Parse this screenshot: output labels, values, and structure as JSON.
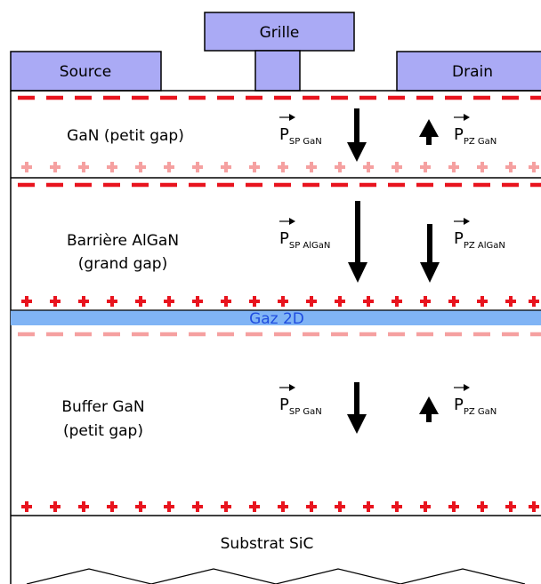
{
  "contacts": {
    "gate": "Grille",
    "source": "Source",
    "drain": "Drain"
  },
  "layers": {
    "gan_cap": "GaN (petit gap)",
    "barrier_line1": "Barrière AlGaN",
    "barrier_line2": "(grand gap)",
    "gas": "Gaz 2D",
    "buffer_line1": "Buffer GaN",
    "buffer_line2": "(petit gap)",
    "substrate": "Substrat SiC"
  },
  "polarization": {
    "cap_sp": {
      "main": "P",
      "sub": "SP GaN"
    },
    "cap_pz": {
      "main": "P",
      "sub": "PZ GaN"
    },
    "barrier_sp": {
      "main": "P",
      "sub": "SP AlGaN"
    },
    "barrier_pz": {
      "main": "P",
      "sub": "PZ AlGaN"
    },
    "buffer_sp": {
      "main": "P",
      "sub": "SP GaN"
    },
    "buffer_pz": {
      "main": "P",
      "sub": "PZ GaN"
    }
  },
  "colors": {
    "contact_fill": "#aaaaf5",
    "charge_strong": "#e8141e",
    "charge_light": "#f5a0a0",
    "gas_band": "#80b4f5",
    "gas_text": "#1f4de0"
  }
}
